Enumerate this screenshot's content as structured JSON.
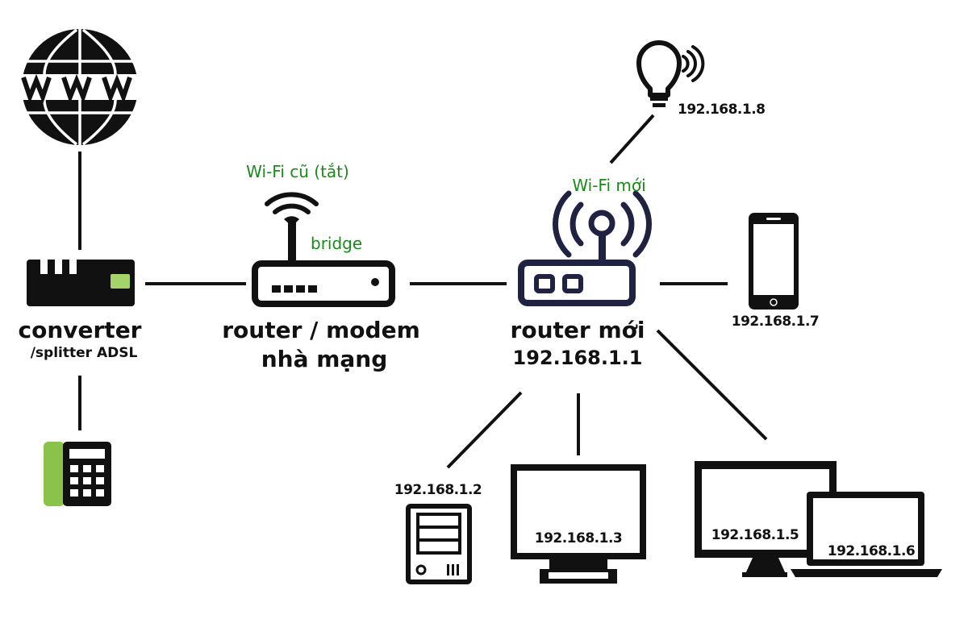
{
  "labels": {
    "converter": "converter",
    "converter_sub": "/splitter ADSL",
    "isp_router_line1": "router / modem",
    "isp_router_line2": "nhà mạng",
    "old_wifi": "Wi-Fi cũ (tắt)",
    "bridge": "bridge",
    "new_wifi": "Wi-Fi mới",
    "new_router_line1": "router mới",
    "new_router_ip": "192.168.1.1",
    "bulb_ip": "192.168.1.8",
    "phone_ip": "192.168.1.7",
    "server_ip": "192.168.1.2",
    "monitor_ip": "192.168.1.3",
    "desktop_ip": "192.168.1.5",
    "laptop_ip": "192.168.1.6"
  },
  "icons": {
    "globe": "www-globe-icon",
    "converter": "adsl-splitter-icon",
    "phone_landline": "landline-phone-icon",
    "isp_router": "wifi-router-icon",
    "new_router": "new-router-icon",
    "bulb": "smart-bulb-icon",
    "smartphone": "smartphone-icon",
    "server": "server-tower-icon",
    "monitor": "monitor-icon",
    "desktop": "desktop-icon",
    "laptop": "laptop-icon"
  },
  "colors": {
    "device": "#111111",
    "new_router": "#1f2240",
    "accent_green": "#1a8a1a",
    "phone_handset": "#8bc34a",
    "converter_led": "#a5d36a"
  }
}
